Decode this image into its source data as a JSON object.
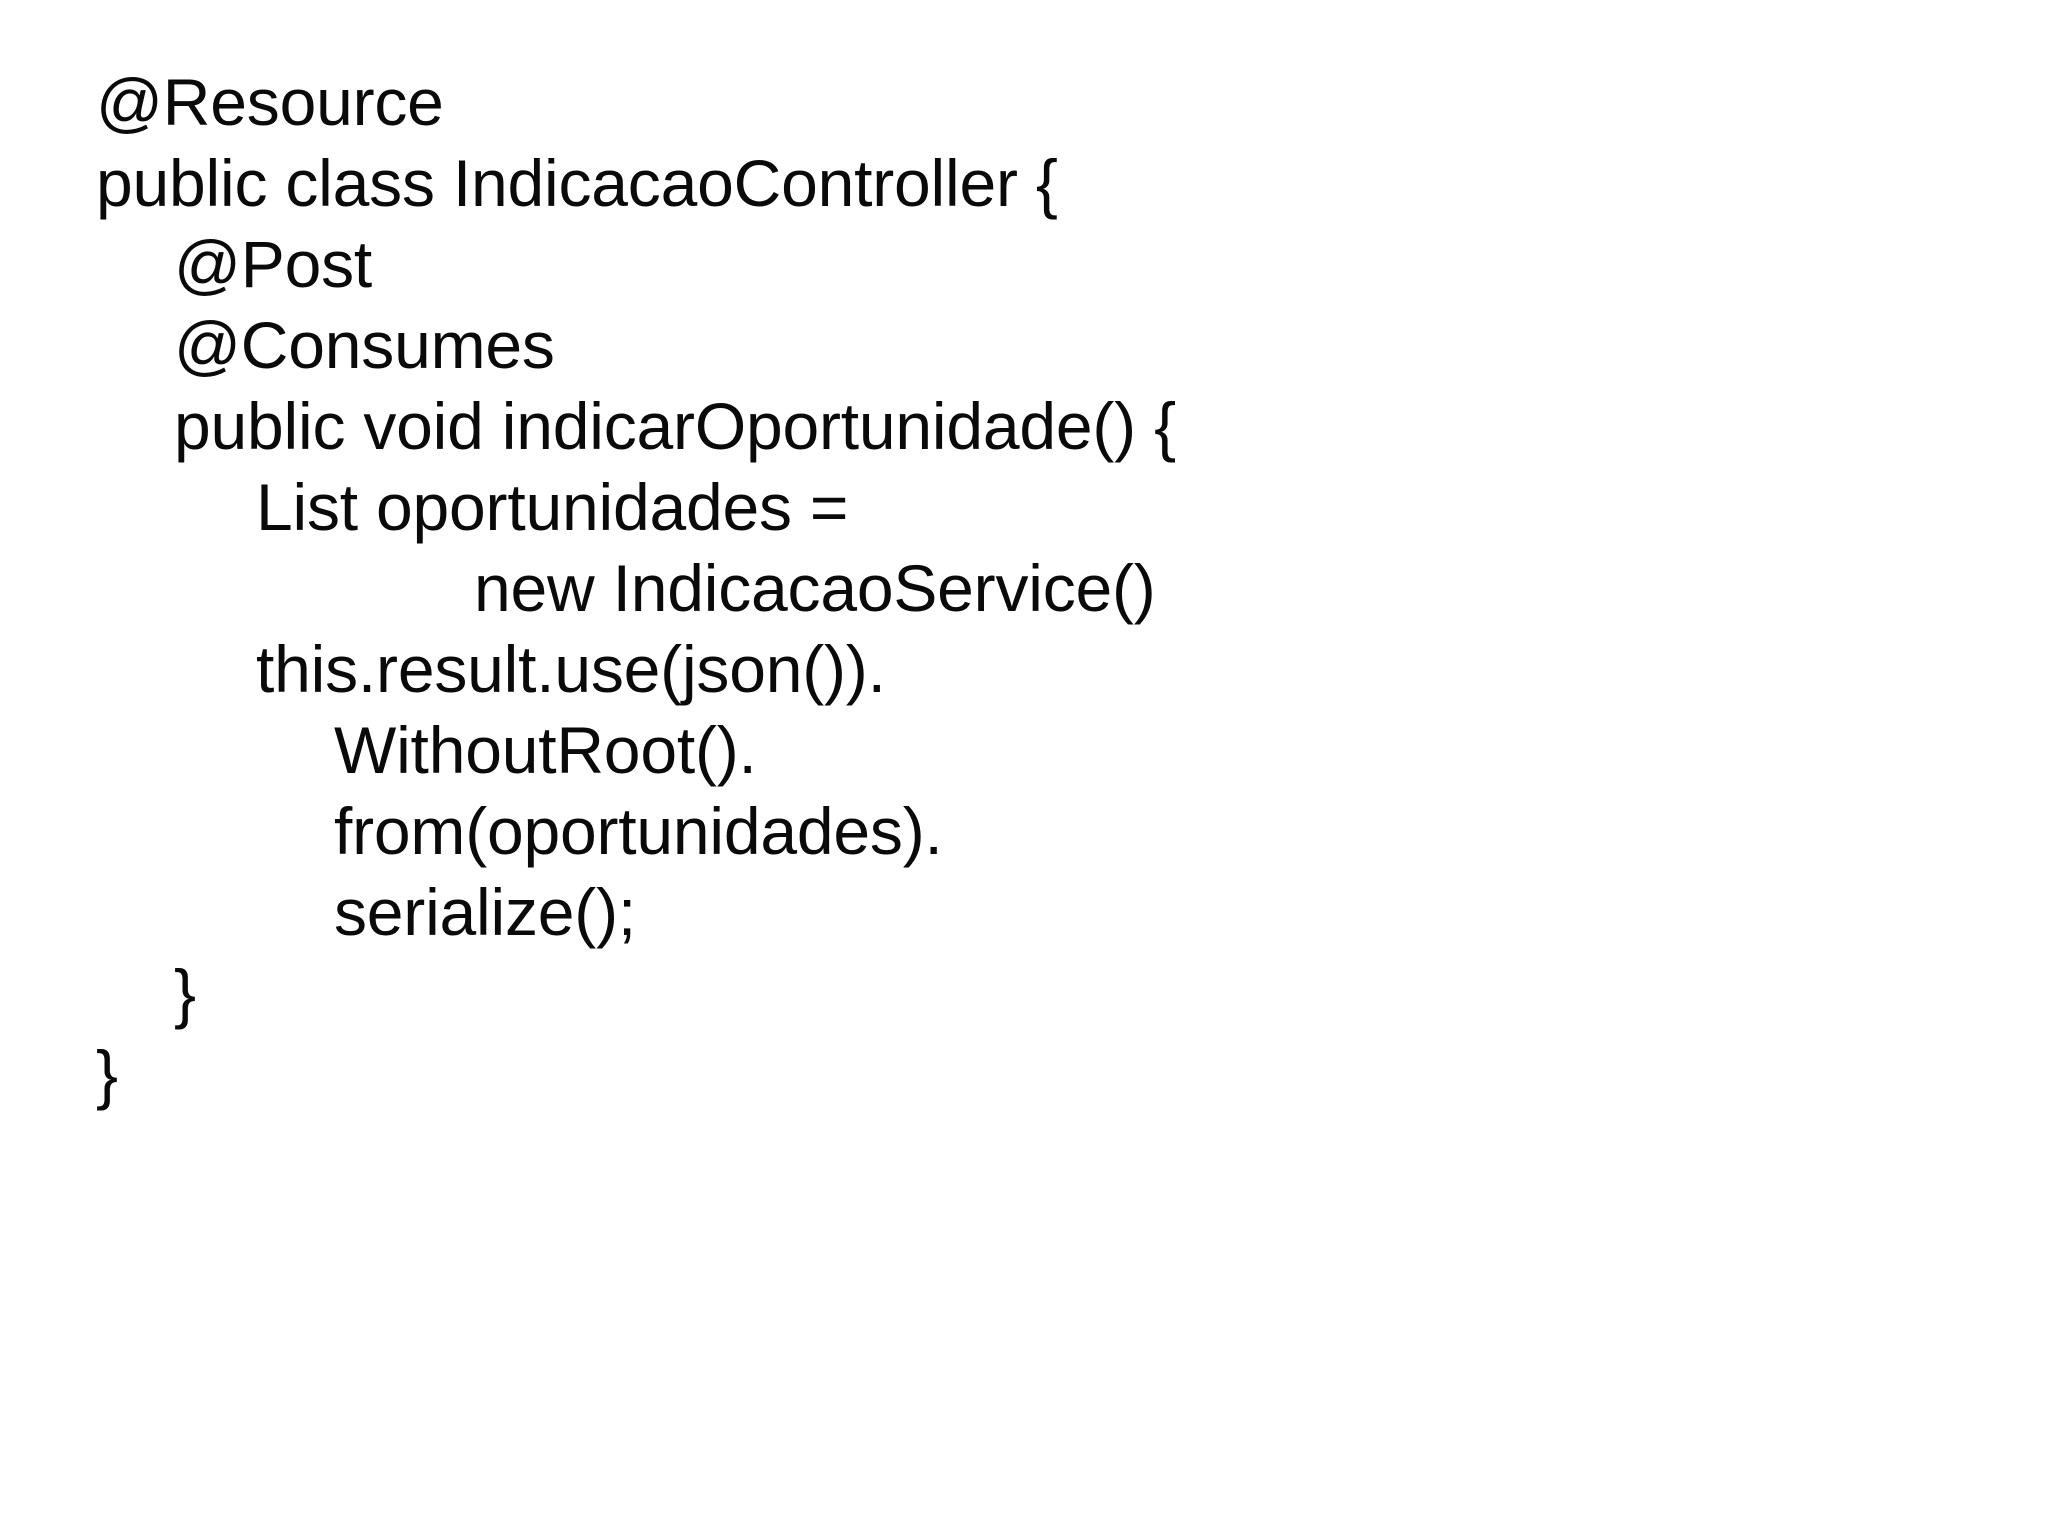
{
  "slide": {
    "kind": "code-slide",
    "background_color": "#ffffff",
    "text_color": "#0a0a0a",
    "language": "java",
    "code_lines": [
      {
        "text": "@Resource",
        "indent": "ind-0"
      },
      {
        "text": "public class IndicacaoController {",
        "indent": "ind-0"
      },
      {
        "text": "@Post",
        "indent": "ind-1"
      },
      {
        "text": "@Consumes",
        "indent": "ind-1"
      },
      {
        "text": "public void indicarOportunidade() {",
        "indent": "ind-1"
      },
      {
        "text": "List oportunidades =",
        "indent": "ind-2"
      },
      {
        "text": "new IndicacaoService()",
        "indent": "ind-4"
      },
      {
        "text": "this.result.use(json()).",
        "indent": "ind-2"
      },
      {
        "text": "WithoutRoot().",
        "indent": "ind-2h"
      },
      {
        "text": "from(oportunidades).",
        "indent": "ind-2h"
      },
      {
        "text": "serialize();",
        "indent": "ind-2h"
      },
      {
        "text": "}",
        "indent": "ind-1"
      },
      {
        "text": "}",
        "indent": "ind-0"
      }
    ]
  }
}
